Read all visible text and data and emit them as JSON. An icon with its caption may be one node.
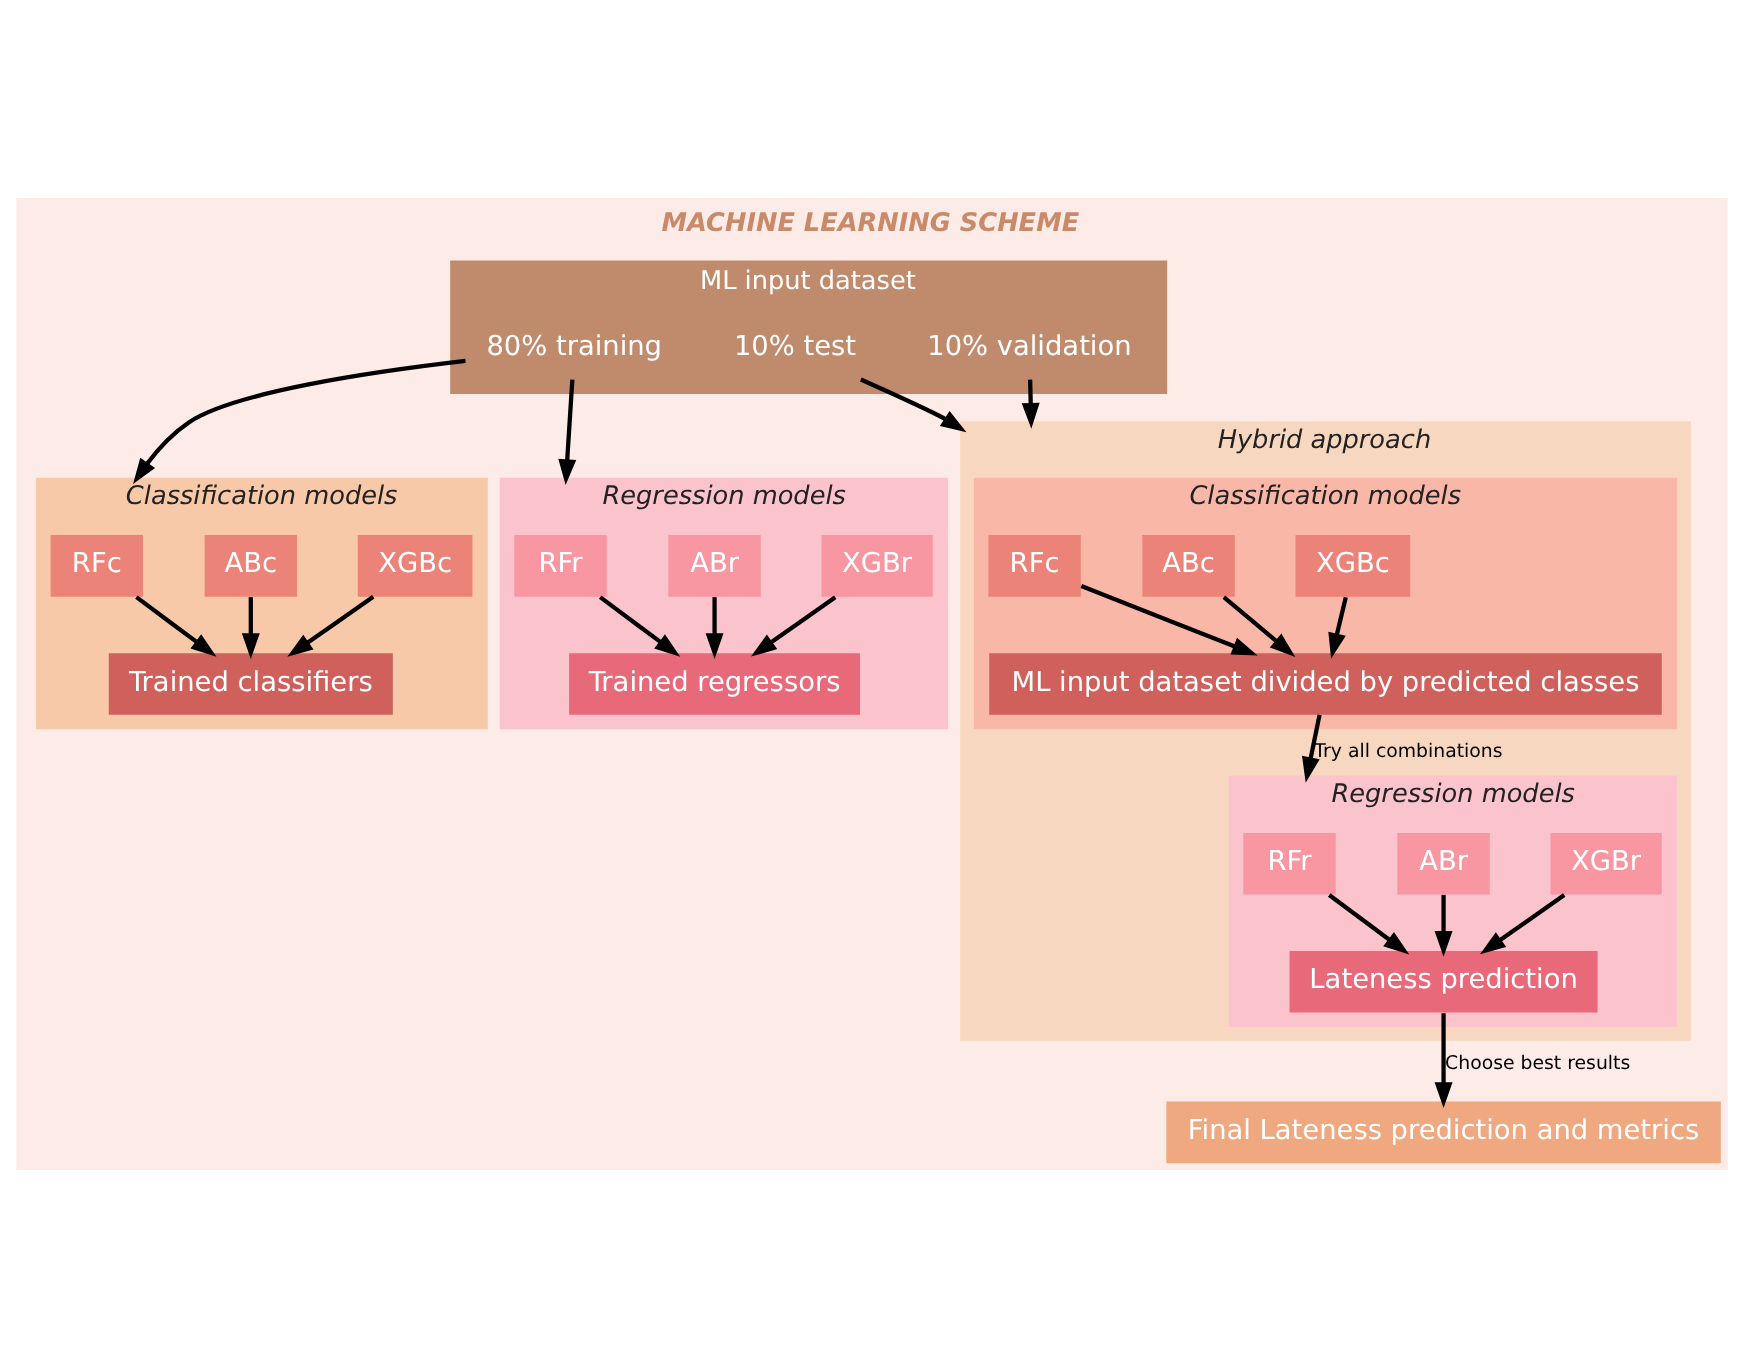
{
  "diagram": {
    "title": "MACHINE LEARNING SCHEME",
    "nodes": [
      {
        "text": [
          "ML input dataset"
        ]
      },
      {
        "text": [
          "80% training"
        ],
        "in": 0
      },
      {
        "text": [
          "10% test"
        ],
        "in": 0
      },
      {
        "text": [
          "10% validation"
        ],
        "in": 0
      },
      {
        "text": [
          "Classification models"
        ]
      },
      {
        "text": [
          "RFc"
        ],
        "in": 4
      },
      {
        "text": [
          "ABc"
        ],
        "in": 4
      },
      {
        "text": [
          "XGBc"
        ],
        "in": 4
      },
      {
        "text": [
          "Trained classifiers"
        ],
        "in": 4
      },
      {
        "text": [
          "Regression models"
        ]
      },
      {
        "text": [
          "RFr"
        ],
        "in": 9
      },
      {
        "text": [
          "ABr"
        ],
        "in": 9
      },
      {
        "text": [
          "XGBr"
        ],
        "in": 9
      },
      {
        "text": [
          "Trained regressors"
        ],
        "in": 9
      },
      {
        "text": [
          "Hybrid approach"
        ]
      },
      {
        "text": [
          "Classification models"
        ],
        "in": 14
      },
      {
        "text": [
          "RFc"
        ],
        "in": 15
      },
      {
        "text": [
          "ABc"
        ],
        "in": 15
      },
      {
        "text": [
          "XGBc"
        ],
        "in": 15
      },
      {
        "text": [
          "ML input dataset divided by predicted classes"
        ],
        "in": 15
      },
      {
        "text": [
          "Regression models"
        ],
        "in": 14
      },
      {
        "text": [
          "RFr"
        ],
        "in": 20
      },
      {
        "text": [
          "ABr"
        ],
        "in": 20
      },
      {
        "text": [
          "XGBr"
        ],
        "in": 20
      },
      {
        "text": [
          "Lateness prediction"
        ],
        "in": 20
      },
      {
        "text": [
          "Final Lateness prediction and metrics"
        ]
      }
    ],
    "edges": [
      {
        "from": 1,
        "to": 4,
        "arrow": "to"
      },
      {
        "from": 1,
        "to": 9,
        "arrow": "to"
      },
      {
        "from": 2,
        "to": 14,
        "arrow": "to"
      },
      {
        "from": 3,
        "to": 14,
        "arrow": "to"
      },
      {
        "from": 5,
        "to": 8,
        "arrow": "to"
      },
      {
        "from": 6,
        "to": 8,
        "arrow": "to"
      },
      {
        "from": 7,
        "to": 8,
        "arrow": "to"
      },
      {
        "from": 10,
        "to": 13,
        "arrow": "to"
      },
      {
        "from": 11,
        "to": 13,
        "arrow": "to"
      },
      {
        "from": 12,
        "to": 13,
        "arrow": "to"
      },
      {
        "from": 16,
        "to": 19,
        "arrow": "to"
      },
      {
        "from": 17,
        "to": 19,
        "arrow": "to"
      },
      {
        "from": 18,
        "to": 19,
        "arrow": "to"
      },
      {
        "from": 19,
        "to": 20,
        "label": "Try all combinations",
        "arrow": "to"
      },
      {
        "from": 21,
        "to": 24,
        "arrow": "to"
      },
      {
        "from": 22,
        "to": 24,
        "arrow": "to"
      },
      {
        "from": 23,
        "to": 24,
        "arrow": "to"
      },
      {
        "from": 24,
        "to": 25,
        "label": "Choose best results",
        "arrow": "to"
      }
    ]
  }
}
